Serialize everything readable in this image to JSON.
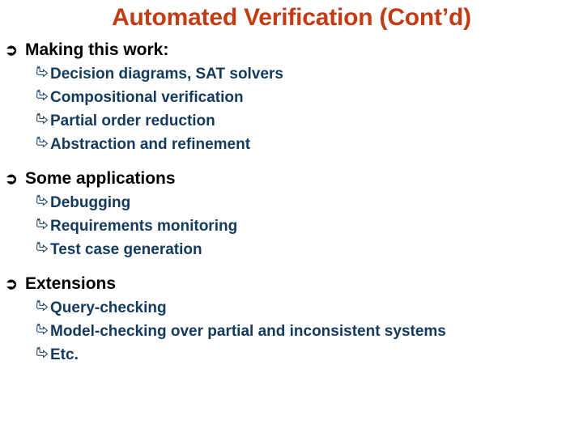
{
  "slide": {
    "title": "Automated Verification (Cont’d)",
    "title_color": "#c23b12",
    "body_color_level1": "#000000",
    "body_color_level2": "#123a5e",
    "background": "#ffffff",
    "bullet_level1_icon": "circled-right-arrow-icon",
    "bullet_level1_glyph": "⮞",
    "bullet_level2_icon": "pointing-hand-icon",
    "groups": [
      {
        "heading": "Making this work:",
        "items": [
          "Decision diagrams, SAT solvers",
          "Compositional verification",
          "Partial order reduction",
          "Abstraction and refinement"
        ]
      },
      {
        "heading": "Some applications",
        "items": [
          "Debugging",
          "Requirements monitoring",
          "Test case generation"
        ]
      },
      {
        "heading": "Extensions",
        "items": [
          "Query-checking",
          "Model-checking over partial and inconsistent systems",
          "Etc."
        ]
      }
    ]
  }
}
